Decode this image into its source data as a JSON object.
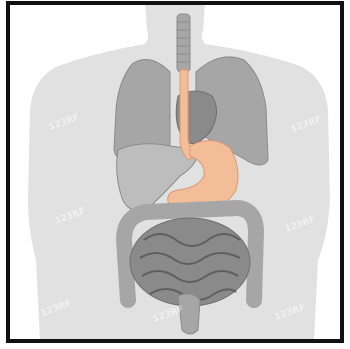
{
  "figure": {
    "frame_color": "#111111",
    "background_color": "#ffffff",
    "silhouette_color": "#e1e1e1",
    "organ_gray": "#a6a6a6",
    "organ_gray_dark": "#8a8a8a",
    "organ_gray_light": "#bdbdbd",
    "highlight_color": "#f4bd99",
    "highlighted_organs": [
      "esophagus",
      "stomach"
    ],
    "organs": [
      "trachea",
      "left-lung",
      "right-lung",
      "heart",
      "liver",
      "esophagus",
      "stomach",
      "large-intestine",
      "small-intestine",
      "rectum"
    ],
    "watermarks": [
      "123RF",
      "123RF",
      "123RF",
      "123RF",
      "123RF",
      "123RF",
      "123RF",
      "123RF",
      "123RF"
    ],
    "watermark_color": "#ffffff"
  }
}
